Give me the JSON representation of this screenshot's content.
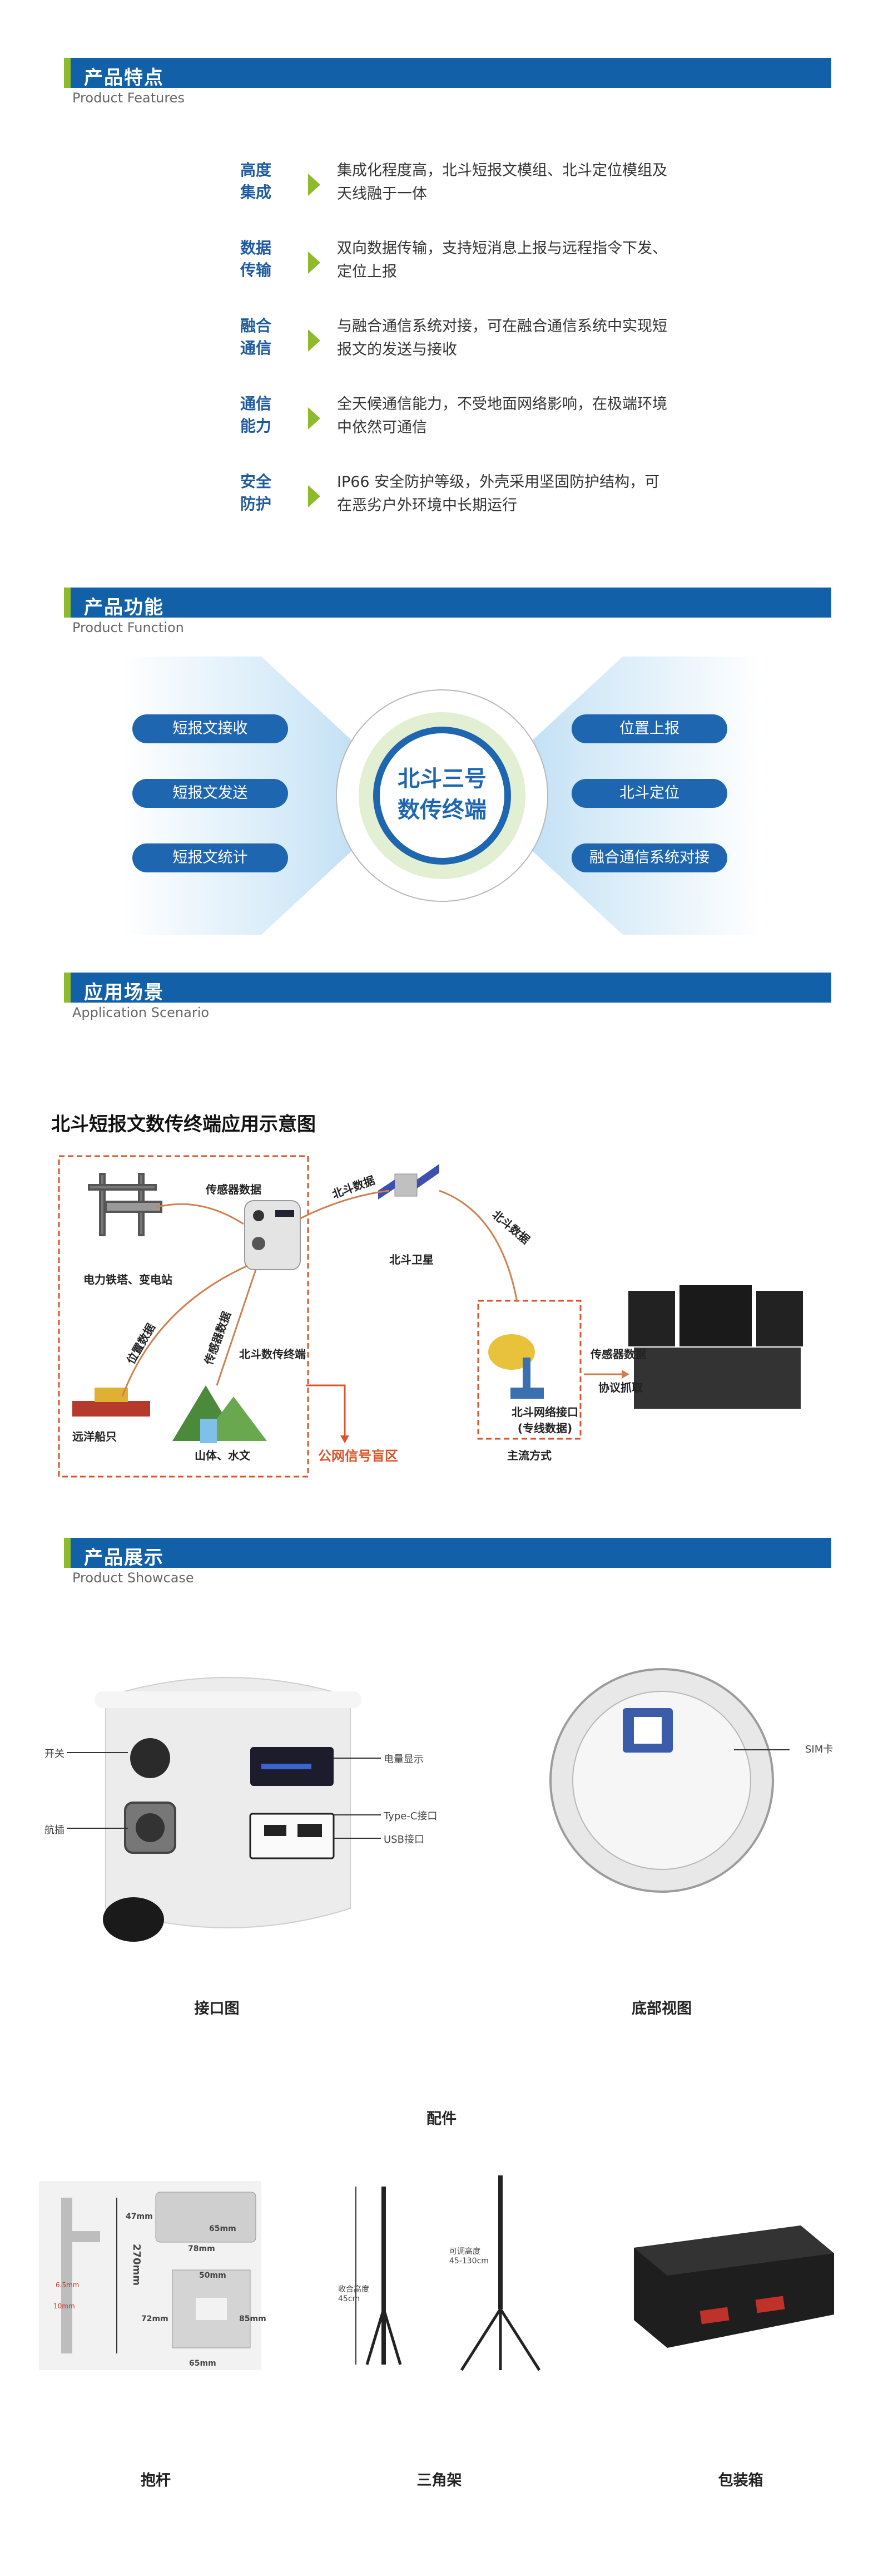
{
  "sections": {
    "features": {
      "zh": "产品特点",
      "en": "Product Features"
    },
    "function": {
      "zh": "产品功能",
      "en": "Product  Function"
    },
    "scenario": {
      "zh": "应用场景",
      "en": "Application Scenario"
    },
    "showcase": {
      "zh": "产品展示",
      "en": "Product Showcase"
    }
  },
  "features": [
    {
      "k1": "高度",
      "k2": "集成",
      "v": "集成化程度高，北斗短报文模组、北斗定位模组及天线融于一体"
    },
    {
      "k1": "数据",
      "k2": "传输",
      "v": "双向数据传输，支持短消息上报与远程指令下发、定位上报"
    },
    {
      "k1": "融合",
      "k2": "通信",
      "v": "与融合通信系统对接，可在融合通信系统中实现短报文的发送与接收"
    },
    {
      "k1": "通信",
      "k2": "能力",
      "v": "全天候通信能力，不受地面网络影响，在极端环境中依然可通信"
    },
    {
      "k1": "安全",
      "k2": "防护",
      "v": "IP66  安全防护等级，外壳采用坚固防护结构，可在恶劣户外环境中长期运行"
    }
  ],
  "function": {
    "center1": "北斗三号",
    "center2": "数传终端",
    "left": [
      "短报文接收",
      "短报文发送",
      "短报文统计"
    ],
    "right": [
      "位置上报",
      "北斗定位",
      "融合通信系统对接"
    ]
  },
  "scenario": {
    "title": "北斗短报文数传终端应用示意图",
    "labels": {
      "power": "电力铁塔、变电站",
      "sensor_data": "传感器数据",
      "terminal": "北斗数传终端",
      "bd_data1": "北斗数据",
      "satellite": "北斗卫星",
      "bd_data2": "北斗数据",
      "pos_data": "位置数据",
      "sensor_data2": "传感器数据",
      "ship": "远洋船只",
      "mountain": "山体、水文",
      "blind": "公网信号盲区",
      "network1": "北斗网络接口",
      "network2": "(专线数据)",
      "mainway": "主流方式",
      "sensor_data3": "传感器数据",
      "protocol": "协议抓取"
    }
  },
  "showcase": {
    "switch": "开关",
    "aviation": "航插",
    "battery": "电量显示",
    "typec": "Type-C接口",
    "usb": "USB接口",
    "sim": "SIM卡",
    "cap_interface": "接口图",
    "cap_bottom": "底部视图",
    "accessories": "配件",
    "pole_dims": {
      "h": "270mm",
      "a": "47mm",
      "b": "78mm",
      "c": "65mm",
      "d": "50mm",
      "e": "72mm",
      "f": "85mm",
      "g": "65mm",
      "m1": "6.5mm",
      "m2": "10mm"
    },
    "tripod_min": "收合高度\n45cm",
    "tripod_max": "可调高度\n45-130cm",
    "cap_pole": "抱杆",
    "cap_tripod": "三角架",
    "cap_box": "包装箱"
  },
  "colors": {
    "primary": "#1260a8",
    "accent": "#8dbb2c",
    "alert": "#d9542b"
  }
}
